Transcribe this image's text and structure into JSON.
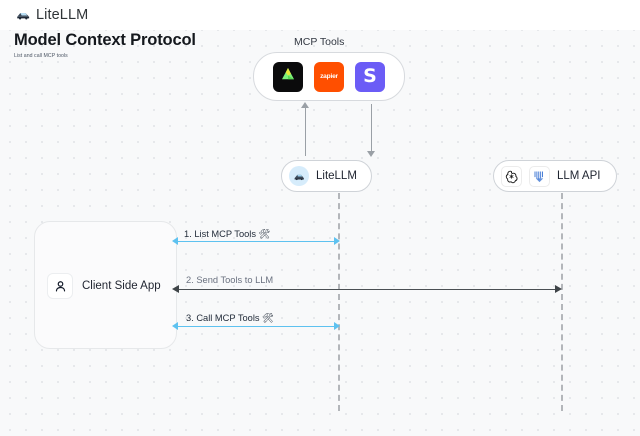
{
  "header": {
    "brand": "LiteLLM",
    "brand_icon": "litellm-logo-icon",
    "title": "Model Context Protocol",
    "subtitle": "List and call MCP tools"
  },
  "diagram": {
    "mcp_group": {
      "title": "MCP Tools",
      "tools": [
        {
          "name": "dark-tool-tile",
          "icon": "green-triangle-icon",
          "label": "",
          "color": "#0b0b0c"
        },
        {
          "name": "zapier-tool-tile",
          "icon": "zapier-icon",
          "label": "zapier",
          "color": "#ff4f00"
        },
        {
          "name": "slack-tool-tile",
          "icon": "slack-s-icon",
          "label": "S",
          "color": "#6b5cf6"
        }
      ]
    },
    "nodes": [
      {
        "id": "litellm",
        "label": "LiteLLM",
        "icon": "litellm-avatar-icon"
      },
      {
        "id": "llmapi",
        "label": "LLM API",
        "icons": [
          "openai-icon",
          "anthropic-icon"
        ]
      }
    ],
    "client": {
      "label": "Client Side App",
      "icon": "user-icon"
    },
    "messages": [
      {
        "id": "m1",
        "label": "1. List MCP Tools 🛠",
        "color": "#5ec2f0",
        "direction": "both"
      },
      {
        "id": "m2",
        "label": "2. Send Tools to LLM",
        "color": "#4a4f53",
        "direction": "both"
      },
      {
        "id": "m3",
        "label": "3. Call MCP Tools 🛠",
        "color": "#5ec2f0",
        "direction": "both"
      }
    ],
    "vertical_flows": [
      {
        "id": "v-up",
        "direction": "up"
      },
      {
        "id": "v-down",
        "direction": "down"
      }
    ]
  },
  "colors": {
    "accent_blue": "#5ec2f0",
    "dark_line": "#4a4f53",
    "lifeline": "#b3b6ba",
    "canvas": "#f8f9fa"
  }
}
